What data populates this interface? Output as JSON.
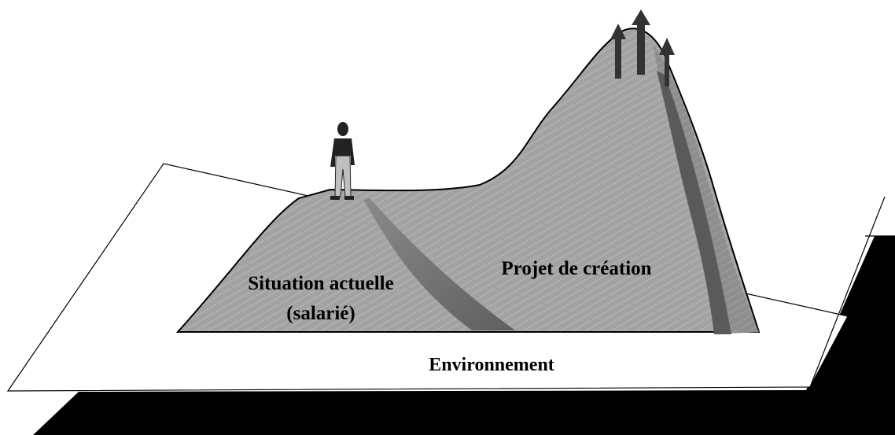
{
  "labels": {
    "current_situation_line1": "Situation actuelle",
    "current_situation_line2": "(salarié)",
    "creation_project": "Projet de création",
    "environment": "Environnement"
  },
  "colors": {
    "platform_fill": "#ffffff",
    "platform_stroke": "#000000",
    "shadow": "#000000",
    "hill_light": "#a6a6a6",
    "hill_mid": "#8f8f8f",
    "ravine": "#6e6e6e",
    "peak_edge": "#4d4d4d",
    "arrow": "#333333",
    "person_dark": "#222222",
    "person_light": "#bfbfbf"
  },
  "icons": {
    "person": "standing-person-icon",
    "arrows": "upward-arrow-icon"
  }
}
